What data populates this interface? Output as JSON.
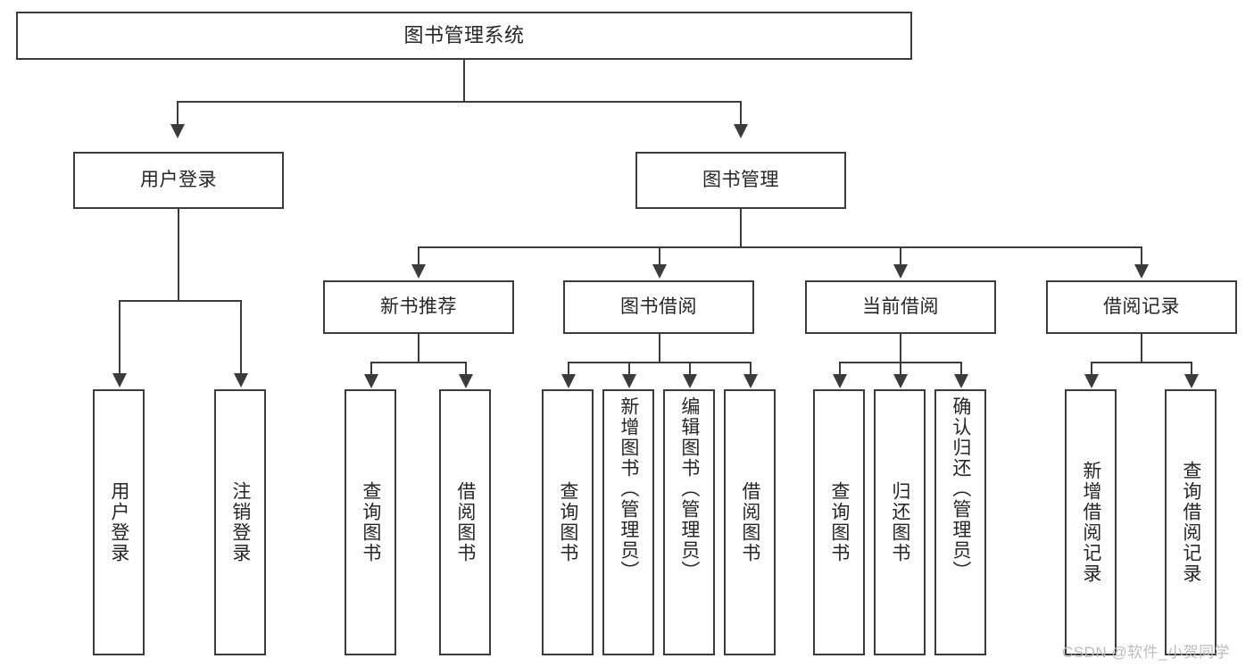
{
  "diagram": {
    "title": "图书管理系统",
    "type": "hierarchy-tree",
    "levels": 4
  },
  "nodes": {
    "root": {
      "label": "图书管理系统"
    },
    "level2": [
      {
        "id": "user-login",
        "label": "用户登录"
      },
      {
        "id": "book-management",
        "label": "图书管理"
      }
    ],
    "level3": [
      {
        "id": "new-book-recommend",
        "label": "新书推荐"
      },
      {
        "id": "book-borrow",
        "label": "图书借阅"
      },
      {
        "id": "current-borrow",
        "label": "当前借阅"
      },
      {
        "id": "borrow-record",
        "label": "借阅记录"
      }
    ],
    "leaves": {
      "user_login": [
        {
          "id": "leaf-user-login",
          "label": "用户登录"
        },
        {
          "id": "leaf-logout",
          "label": "注销登录"
        }
      ],
      "new_book_recommend": [
        {
          "id": "leaf-query-book-1",
          "label": "查询图书"
        },
        {
          "id": "leaf-borrow-book-1",
          "label": "借阅图书"
        }
      ],
      "book_borrow": [
        {
          "id": "leaf-query-book-2",
          "label": "查询图书"
        },
        {
          "id": "leaf-add-book",
          "label": "新增图书（管理员）"
        },
        {
          "id": "leaf-edit-book",
          "label": "编辑图书（管理员）"
        },
        {
          "id": "leaf-borrow-book-2",
          "label": "借阅图书"
        }
      ],
      "current_borrow": [
        {
          "id": "leaf-query-book-3",
          "label": "查询图书"
        },
        {
          "id": "leaf-return-book",
          "label": "归还图书"
        },
        {
          "id": "leaf-confirm-return",
          "label": "确认归还（管理员）"
        }
      ],
      "borrow_record": [
        {
          "id": "leaf-add-record",
          "label": "新增借阅记录"
        },
        {
          "id": "leaf-query-record",
          "label": "查询借阅记录"
        }
      ]
    }
  },
  "watermark": {
    "text": "CSDN @软件_小贺同学"
  },
  "colors": {
    "stroke": "#3b3b3b",
    "text": "#262626",
    "background": "#ffffff",
    "watermark": "#b9b9b9"
  }
}
